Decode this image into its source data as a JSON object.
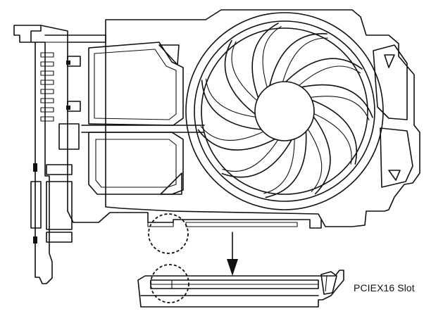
{
  "labels": {
    "slot": "PCIEX16 Slot"
  },
  "illustration": {
    "subject": "graphics-card",
    "fan_blades": 11,
    "highlight_circles": 2,
    "stroke_color": "#111111",
    "background_color": "#ffffff"
  }
}
